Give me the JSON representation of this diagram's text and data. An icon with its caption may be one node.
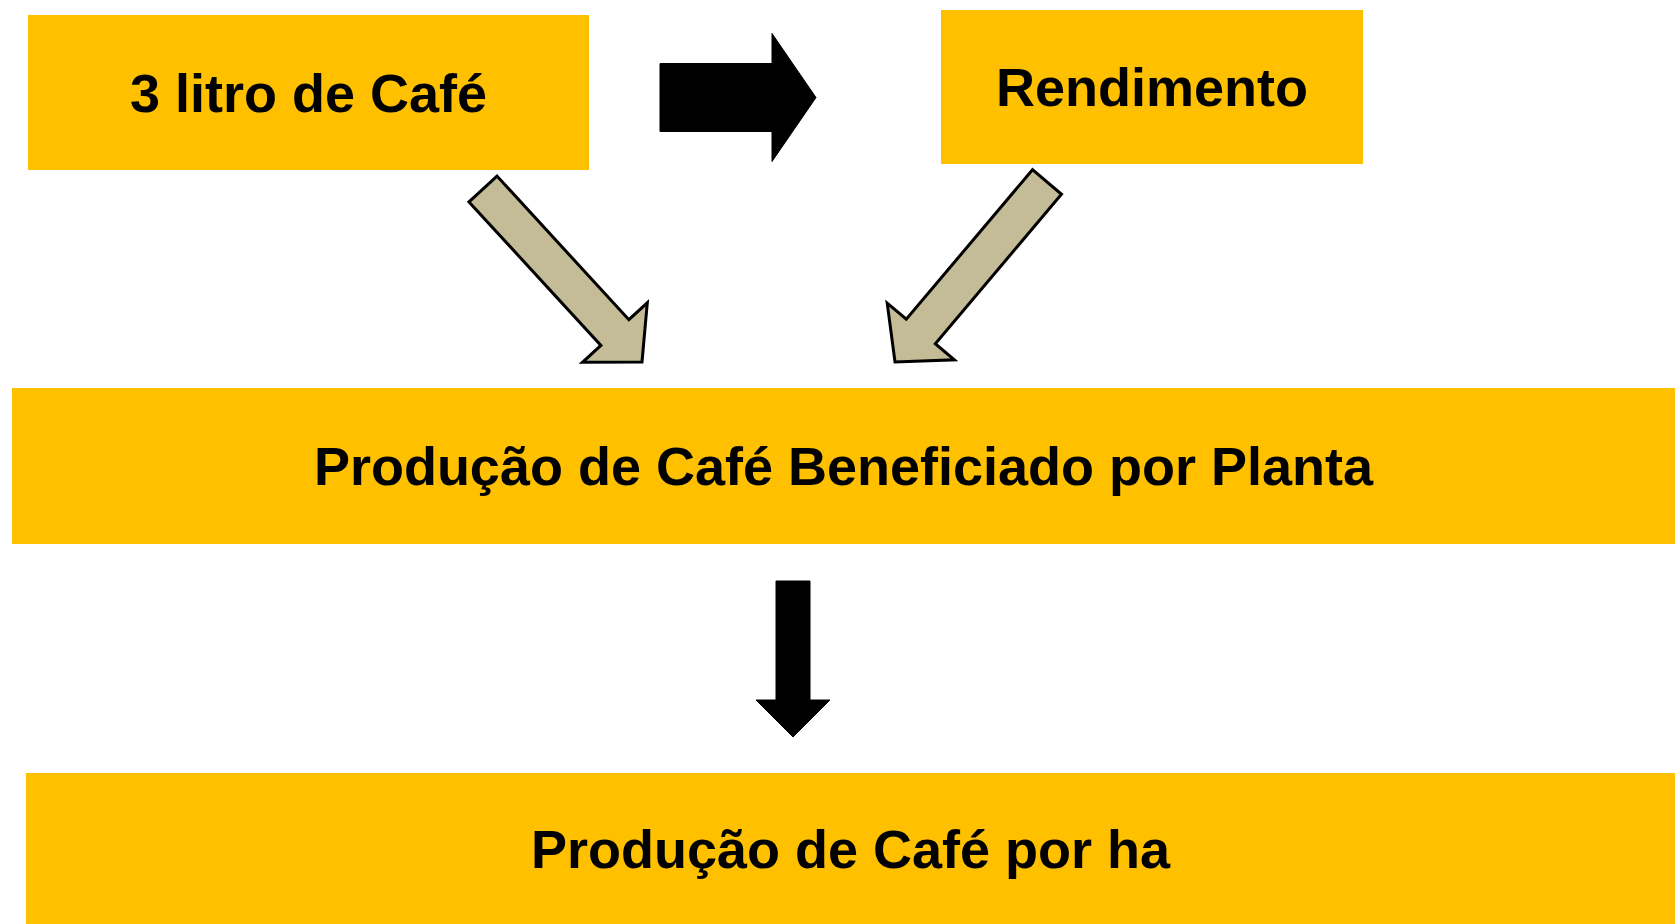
{
  "diagram": {
    "nodes": [
      {
        "text": [
          "3 litro de Café"
        ]
      },
      {
        "text": [
          "Rendimento"
        ]
      },
      {
        "text": [
          "Produção de Café Beneficiado por Planta"
        ]
      },
      {
        "text": [
          "Produção de Café por ha"
        ]
      }
    ],
    "edges": [
      {
        "from": 0,
        "to": 1,
        "arrow": "to"
      },
      {
        "from": 0,
        "to": 2,
        "arrow": "to",
        "color": "#c4bc96"
      },
      {
        "from": 1,
        "to": 2,
        "arrow": "to",
        "color": "#c4bc96"
      },
      {
        "from": 2,
        "to": 3,
        "arrow": "to"
      }
    ]
  }
}
